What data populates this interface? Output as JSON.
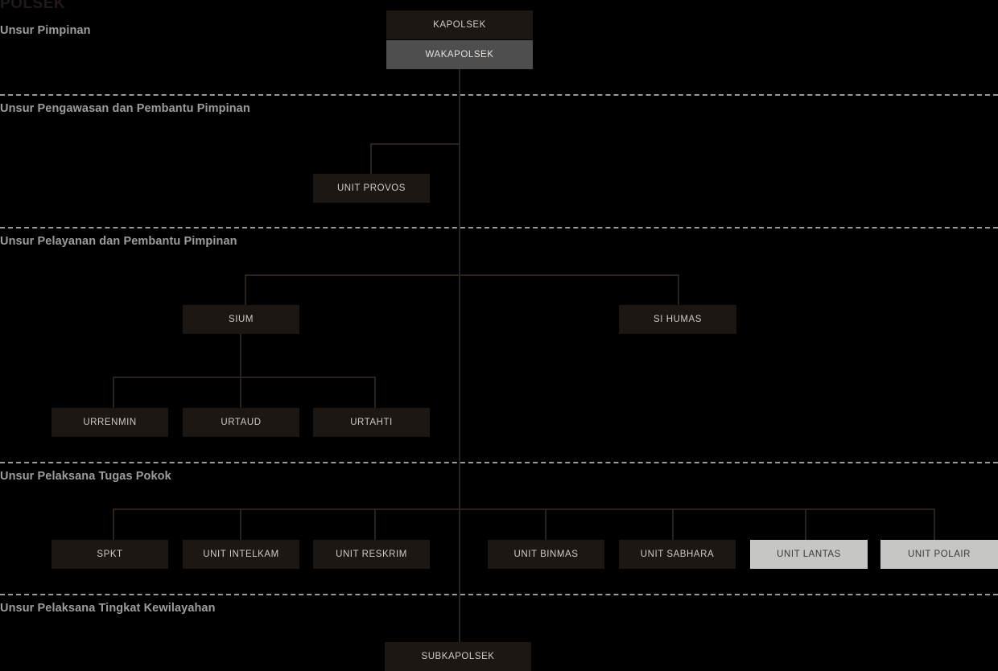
{
  "page": {
    "title": "POLSEK",
    "background_color": "#000000",
    "node_dark_color": "#1d1714",
    "node_mid_color": "#4e4e4e",
    "node_highlight_color": "#c6c6c4",
    "line_color": "#2b211d",
    "divider_color": "#9a9a98",
    "label_color": "#9d9d9b"
  },
  "sections": [
    {
      "label": "Unsur Pimpinan"
    },
    {
      "label": "Unsur Pengawasan dan Pembantu Pimpinan"
    },
    {
      "label": "Unsur Pelayanan dan Pembantu Pimpinan"
    },
    {
      "label": "Unsur Pelaksana Tugas Pokok"
    },
    {
      "label": "Unsur Pelaksana Tingkat Kewilayahan"
    }
  ],
  "nodes": {
    "kapolsek": "KAPOLSEK",
    "wakapolsek": "WAKAPOLSEK",
    "unit_provos": "UNIT PROVOS",
    "sium": "SIUM",
    "si_humas": "SI HUMAS",
    "urrenmin": "URRENMIN",
    "urtaud": "URTAUD",
    "urtahti": "URTAHTI",
    "spkt": "SPKT",
    "unit_intelkam": "UNIT INTELKAM",
    "unit_reskrim": "UNIT RESKRIM",
    "unit_binmas": "UNIT BINMAS",
    "unit_sabhara": "UNIT SABHARA",
    "unit_lantas": "UNIT LANTAS",
    "unit_polair": "UNIT POLAIR",
    "subkapolsek": "SUBKAPOLSEK"
  }
}
